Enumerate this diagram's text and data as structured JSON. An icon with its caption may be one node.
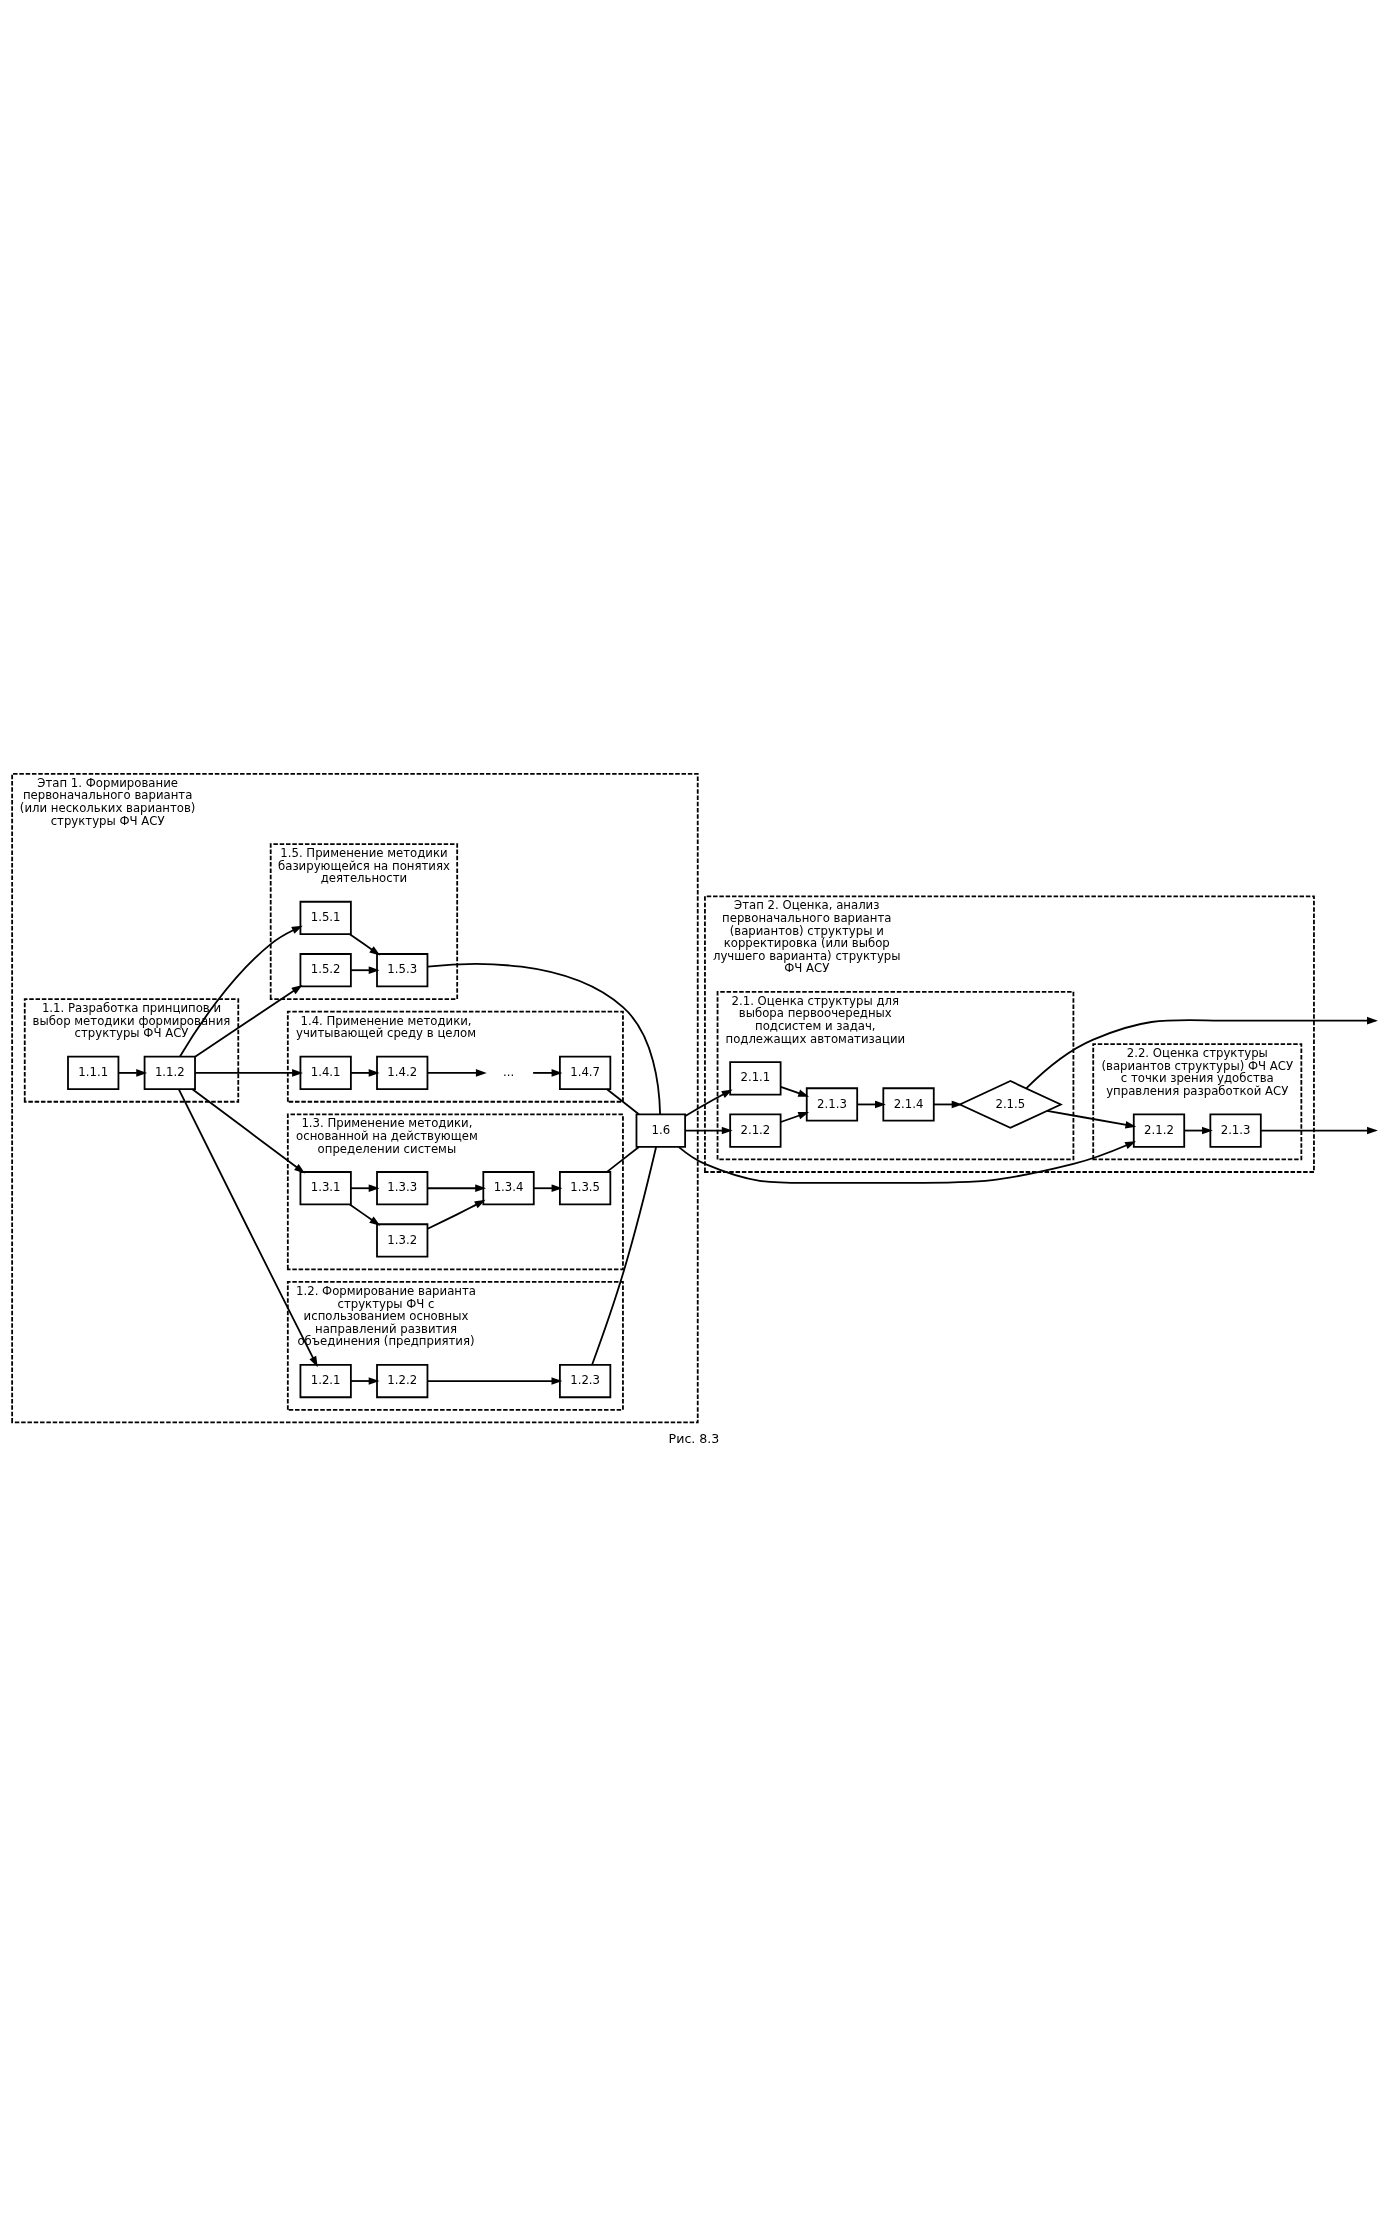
{
  "diagram": {
    "caption": "Рис. 8.3",
    "nodes": [
      {
        "text": [
          "Этап 1. Формирование первоначального варианта (или нескольких вариантов) структуры ФЧ АСУ"
        ]
      },
      {
        "text": [
          "1.1. Разработка принципов и выбор методики формирования структуры ФЧ АСУ"
        ],
        "in": 0
      },
      {
        "text": [
          "1.1.1"
        ],
        "in": 1
      },
      {
        "text": [
          "1.1.2"
        ],
        "in": 1
      },
      {
        "text": [
          "1.2. Формирование варианта структуры ФЧ с использованием основных направлений развития объединения (предприятия)"
        ],
        "in": 0
      },
      {
        "text": [
          "1.2.1"
        ],
        "in": 4
      },
      {
        "text": [
          "1.2.2"
        ],
        "in": 4
      },
      {
        "text": [
          "1.2.3"
        ],
        "in": 4
      },
      {
        "text": [
          "1.3. Применение методики, основанной на действующем определении системы"
        ],
        "in": 0
      },
      {
        "text": [
          "1.3.1"
        ],
        "in": 8
      },
      {
        "text": [
          "1.3.2"
        ],
        "in": 8
      },
      {
        "text": [
          "1.3.3"
        ],
        "in": 8
      },
      {
        "text": [
          "1.3.4"
        ],
        "in": 8
      },
      {
        "text": [
          "1.3.5"
        ],
        "in": 8
      },
      {
        "text": [
          "1.4. Применение методики, учитывающей среду в целом"
        ],
        "in": 0
      },
      {
        "text": [
          "1.4.1"
        ],
        "in": 14
      },
      {
        "text": [
          "1.4.2"
        ],
        "in": 14
      },
      {
        "text": [
          "..."
        ],
        "in": 14
      },
      {
        "text": [
          "1.4.7"
        ],
        "in": 14
      },
      {
        "text": [
          "1.5. Применение методики базирующейся на понятиях деятельности"
        ],
        "in": 0
      },
      {
        "text": [
          "1.5.1"
        ],
        "in": 19
      },
      {
        "text": [
          "1.5.2"
        ],
        "in": 19
      },
      {
        "text": [
          "1.5.3"
        ],
        "in": 19
      },
      {
        "text": [
          "1.6"
        ],
        "in": 0
      },
      {
        "text": [
          "Этап 2. Оценка, анализ первоначального варианта (вариантов) структуры и корректировка (или выбор лучшего варианта) структуры ФЧ АСУ"
        ]
      },
      {
        "text": [
          "2.1. Оценка структуры для выбора первоочередных подсистем и задач, подлежащих автоматизации"
        ],
        "in": 24
      },
      {
        "text": [
          "2.1.1"
        ],
        "in": 25
      },
      {
        "text": [
          "2.1.2"
        ],
        "in": 25
      },
      {
        "text": [
          "2.1.3"
        ],
        "in": 25
      },
      {
        "text": [
          "2.1.4"
        ],
        "in": 25
      },
      {
        "text": [
          "2.1.5"
        ],
        "in": 25
      },
      {
        "text": [
          "2.2. Оценка структуры (вариантов структуры) ФЧ АСУ с точки зрения удобства управления разработкой АСУ"
        ],
        "in": 24
      },
      {
        "text": [
          "2.1.2"
        ],
        "in": 31
      },
      {
        "text": [
          "2.1.3"
        ],
        "in": 31
      }
    ],
    "edges": [
      {
        "from": 2,
        "to": 3,
        "arrow": "to"
      },
      {
        "from": 3,
        "to": 5,
        "arrow": "to"
      },
      {
        "from": 3,
        "to": 9,
        "arrow": "to"
      },
      {
        "from": 3,
        "to": 15,
        "arrow": "to"
      },
      {
        "from": 3,
        "to": 20,
        "arrow": "to"
      },
      {
        "from": 3,
        "to": 21,
        "arrow": "to"
      },
      {
        "from": 5,
        "to": 6,
        "arrow": "to"
      },
      {
        "from": 6,
        "to": 7,
        "arrow": "to"
      },
      {
        "from": 9,
        "to": 10,
        "arrow": "to"
      },
      {
        "from": 9,
        "to": 11,
        "arrow": "to"
      },
      {
        "from": 10,
        "to": 12,
        "arrow": "to"
      },
      {
        "from": 11,
        "to": 12,
        "arrow": "to"
      },
      {
        "from": 12,
        "to": 13,
        "arrow": "to"
      },
      {
        "from": 15,
        "to": 16,
        "arrow": "to"
      },
      {
        "from": 16,
        "to": 17,
        "arrow": "to"
      },
      {
        "from": 17,
        "to": 18,
        "arrow": "to"
      },
      {
        "from": 20,
        "to": 22,
        "arrow": "to"
      },
      {
        "from": 21,
        "to": 22,
        "arrow": "to"
      },
      {
        "from": 7,
        "to": 23,
        "arrow": "none"
      },
      {
        "from": 13,
        "to": 23,
        "arrow": "none"
      },
      {
        "from": 18,
        "to": 23,
        "arrow": "none"
      },
      {
        "from": 22,
        "to": 23,
        "arrow": "none"
      },
      {
        "from": 23,
        "to": 26,
        "arrow": "to"
      },
      {
        "from": 23,
        "to": 27,
        "arrow": "to"
      },
      {
        "from": 23,
        "to": 32,
        "arrow": "to"
      },
      {
        "from": 26,
        "to": 28,
        "arrow": "to"
      },
      {
        "from": 27,
        "to": 28,
        "arrow": "to"
      },
      {
        "from": 28,
        "to": 29,
        "arrow": "to"
      },
      {
        "from": 29,
        "to": 30,
        "arrow": "to"
      },
      {
        "from": 30,
        "to": null,
        "arrow": "to"
      },
      {
        "from": 30,
        "to": 32,
        "arrow": "to"
      },
      {
        "from": 32,
        "to": 33,
        "arrow": "to"
      },
      {
        "from": 33,
        "to": null,
        "arrow": "to"
      }
    ]
  }
}
